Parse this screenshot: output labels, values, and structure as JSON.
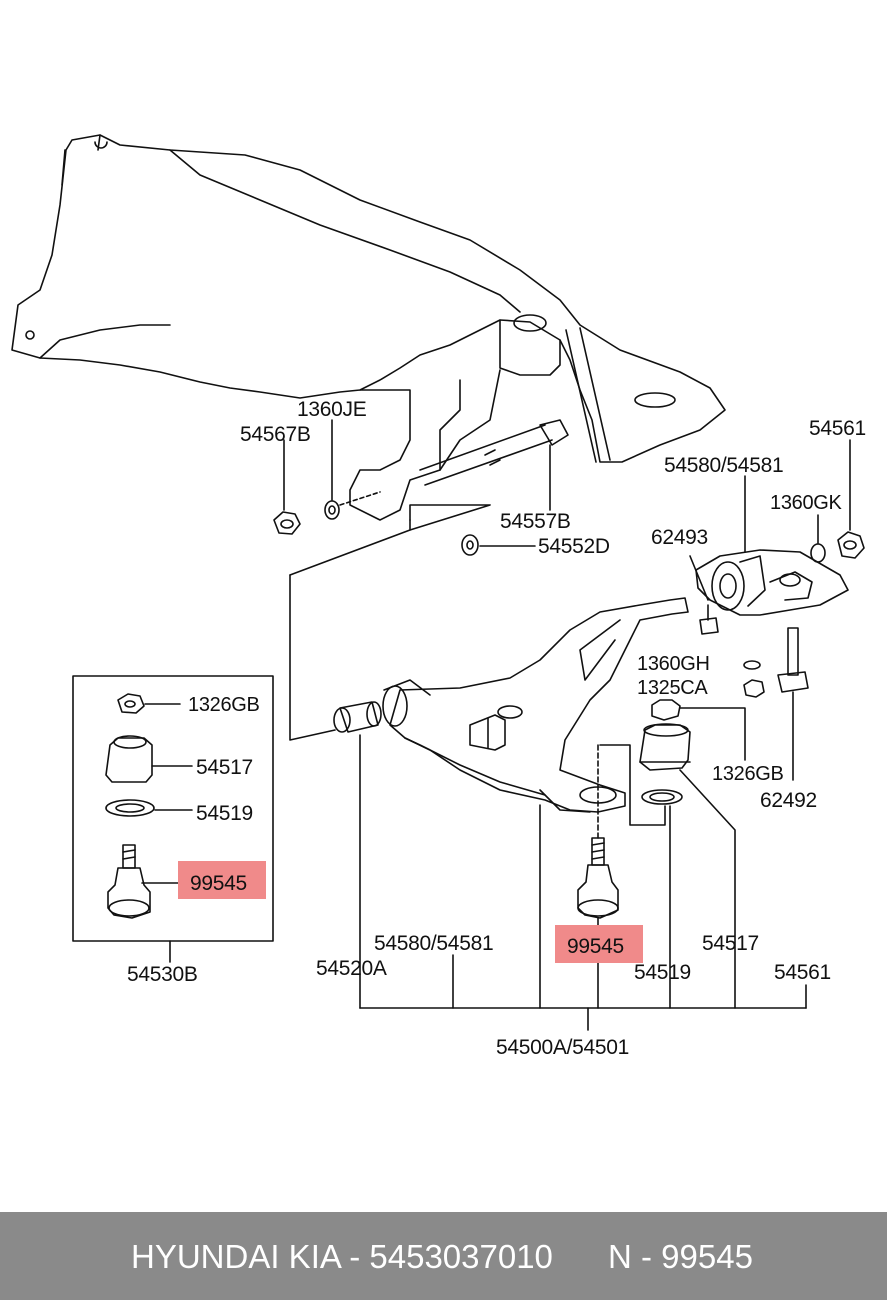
{
  "colors": {
    "highlight": "#f08a8a",
    "footer_bg": "#8a8a8a",
    "footer_text": "#ffffff",
    "line": "#111111"
  },
  "labels": {
    "l_54567b": "54567B",
    "l_1360je": "1360JE",
    "l_54557b": "54557B",
    "l_54552d": "54552D",
    "l_54561_top": "54561",
    "l_54580_54581_top": "54580/54581",
    "l_1360gk": "1360GK",
    "l_62493": "62493",
    "l_1360gh": "1360GH",
    "l_1325ca": "1325CA",
    "l_1326gb_right": "1326GB",
    "l_62492": "62492",
    "l_1326gb_box": "1326GB",
    "l_54517_box": "54517",
    "l_54519_box": "54519",
    "l_99545_box": "99545",
    "l_54530b": "54530B",
    "l_54520a": "54520A",
    "l_54580_54581_bottom": "54580/54581",
    "l_99545_center": "99545",
    "l_54517_right": "54517",
    "l_54519_right": "54519",
    "l_54561_bottom": "54561",
    "l_54500a_54501": "54500A/54501"
  },
  "footer": {
    "brand_text": "HYUNDAI KIA - 5453037010",
    "ref_text": "N - 99545"
  }
}
